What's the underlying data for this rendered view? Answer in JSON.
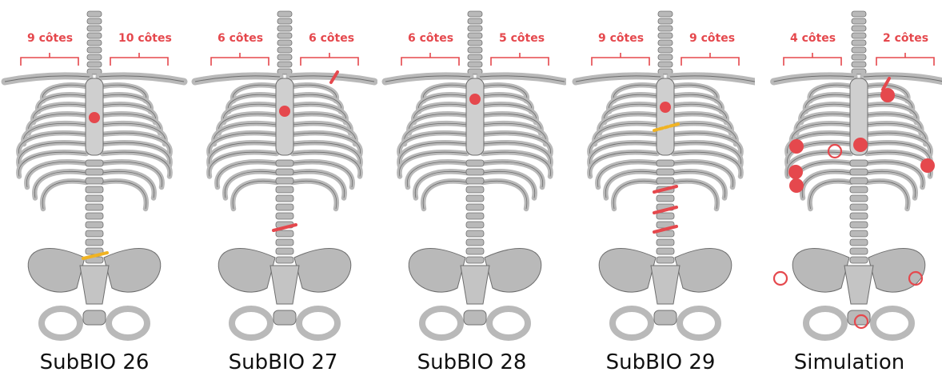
{
  "colors": {
    "annotation": "#e5484d",
    "fracture_alt": "#f0b323",
    "bone": "#b9b9b9",
    "bone_dark": "#6e6e6e",
    "text": "#111111"
  },
  "panels": [
    {
      "caption": "SubBIO  26",
      "left_count": "9 côtes",
      "right_count": "10 côtes",
      "markers": {
        "filled_dots": 1,
        "open_circles": 0,
        "red_bars": 0,
        "yellow_bars": 1,
        "yellow_dashed": 0
      }
    },
    {
      "caption": "SubBIO  27",
      "left_count": "6 côtes",
      "right_count": "6 côtes",
      "markers": {
        "filled_dots": 1,
        "open_circles": 0,
        "red_bars": 2,
        "yellow_bars": 0,
        "yellow_dashed": 0
      }
    },
    {
      "caption": "SubBIO  28",
      "left_count": "6 côtes",
      "right_count": "5 côtes",
      "markers": {
        "filled_dots": 1,
        "open_circles": 0,
        "red_bars": 0,
        "yellow_bars": 0,
        "yellow_dashed": 0
      }
    },
    {
      "caption": "SubBIO  29",
      "left_count": "9 côtes",
      "right_count": "9 côtes",
      "markers": {
        "filled_dots": 1,
        "open_circles": 0,
        "red_bars": 3,
        "yellow_bars": 0,
        "yellow_dashed": 1
      }
    },
    {
      "caption": "Simulation",
      "left_count": "4 côtes",
      "right_count": "2 côtes",
      "markers": {
        "filled_dots": 6,
        "open_circles": 4,
        "red_bars": 1,
        "yellow_bars": 0,
        "yellow_dashed": 0
      }
    }
  ]
}
